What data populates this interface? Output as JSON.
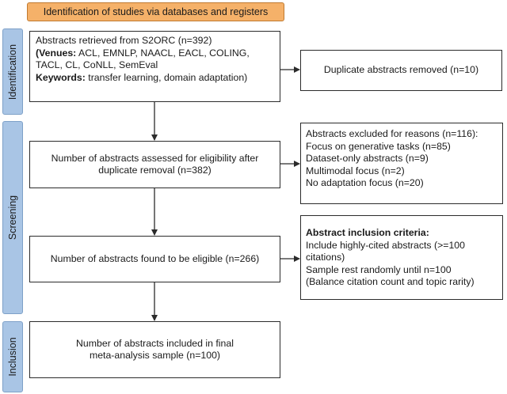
{
  "header": "Identification of studies via databases and registers",
  "phases": {
    "identification": "Identification",
    "screening": "Screening",
    "inclusion": "Inclusion"
  },
  "identification_box": {
    "line1": "Abstracts retrieved from S2ORC (n=392)",
    "venues_label": "Venues:",
    "venues_line1": " ACL, EMNLP, NAACL, EACL, COLING,",
    "venues_line2": "TACL, CL, CoNLL, SemEval",
    "keywords_label": "Keywords:",
    "keywords_text": " transfer learning, domain adaptation)"
  },
  "duplicates_box": "Duplicate abstracts removed (n=10)",
  "screening_box": {
    "line1": "Number of abstracts assessed for eligibility after",
    "line2": "duplicate removal (n=382)"
  },
  "excluded_box": {
    "title": "Abstracts excluded for reasons (n=116):",
    "items": [
      "Focus on generative tasks (n=85)",
      "Dataset-only abstracts (n=9)",
      "Multimodal focus (n=2)",
      "No adaptation focus (n=20)"
    ]
  },
  "eligible_box": "Number of abstracts found to be eligible (n=266)",
  "criteria_box": {
    "title": "Abstract inclusion criteria:",
    "lines": [
      "Include highly-cited abstracts (>=100",
      "citations)",
      "Sample rest randomly until n=100",
      "(Balance citation count and topic rarity)"
    ]
  },
  "included_box": {
    "line1": "Number of abstracts included in final",
    "line2": "meta-analysis sample (n=100)"
  },
  "colors": {
    "header_fill": "#f5b169",
    "phase_fill": "#a9c5e5",
    "line": "#2b2b2b"
  }
}
